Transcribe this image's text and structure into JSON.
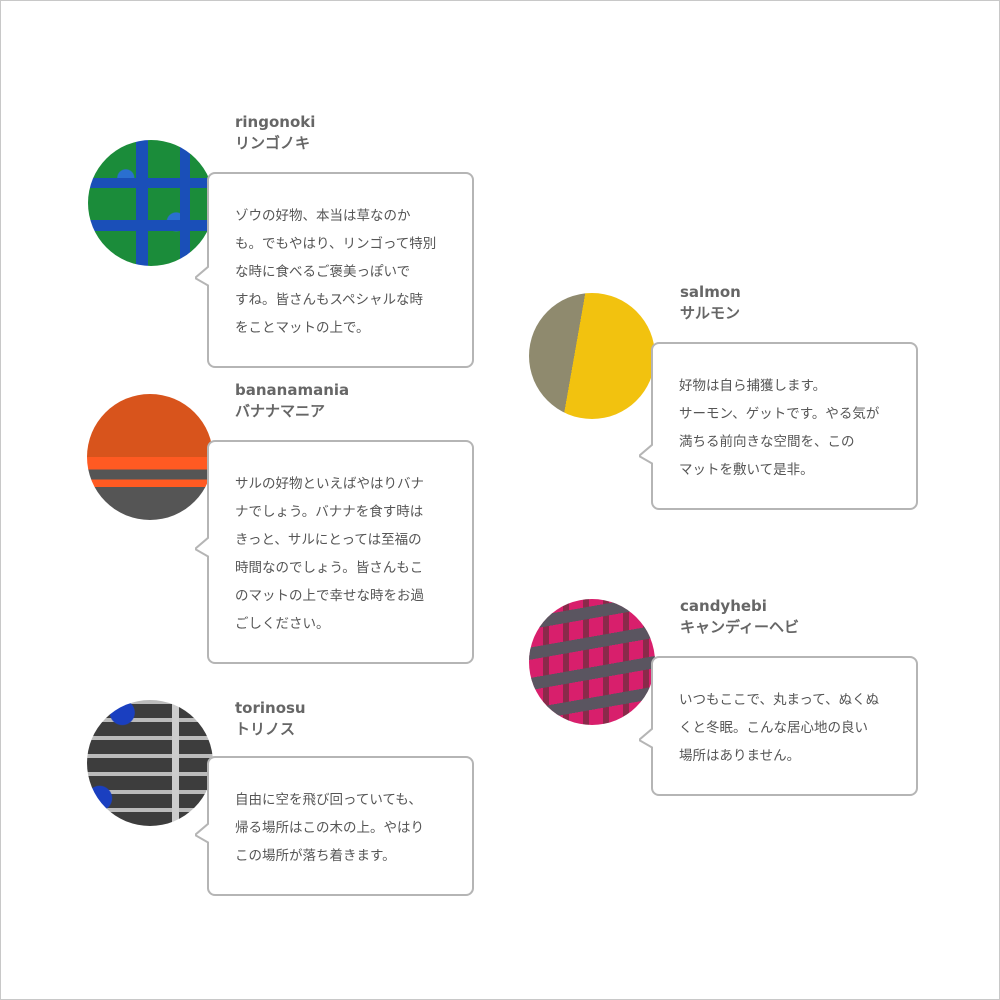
{
  "items": [
    {
      "name_en": "ringonoki",
      "name_ja": "リンゴノキ",
      "text": "ゾウの好物、本当は草なのか\nも。でもやはり、リンゴって特別\nな時に食べるご褒美っぽいで\nすね。皆さんもスペシャルな時\nをことマットの上で。",
      "colors": [
        "#1b8c3a",
        "#1a4fb8"
      ]
    },
    {
      "name_en": "bananamania",
      "name_ja": "バナナマニア",
      "text": "サルの好物といえばやはりバナ\nナでしょう。バナナを食す時は\nきっと、サルにとっては至福の\n時間なのでしょう。皆さんもこ\nのマットの上で幸せな時をお過\nごしください。",
      "colors": [
        "#d8541c",
        "#555555"
      ]
    },
    {
      "name_en": "torinosu",
      "name_ja": "トリノス",
      "text": "自由に空を飛び回っていても、\n帰る場所はこの木の上。やはり\nこの場所が落ち着きます。",
      "colors": [
        "#3d3d3d",
        "#1a3fc0"
      ]
    },
    {
      "name_en": "salmon",
      "name_ja": "サルモン",
      "text": "好物は自ら捕獲します。\nサーモン、ゲットです。やる気が\n満ちる前向きな空間を、この\nマットを敷いて是非。",
      "colors": [
        "#f2c20f",
        "#8f8a6e"
      ]
    },
    {
      "name_en": "candyhebi",
      "name_ja": "キャンディーヘビ",
      "text": "いつもここで、丸まって、ぬくぬ\nくと冬眠。こんな居心地の良い\n場所はありません。",
      "colors": [
        "#d81f6c",
        "#5a5560"
      ]
    }
  ]
}
